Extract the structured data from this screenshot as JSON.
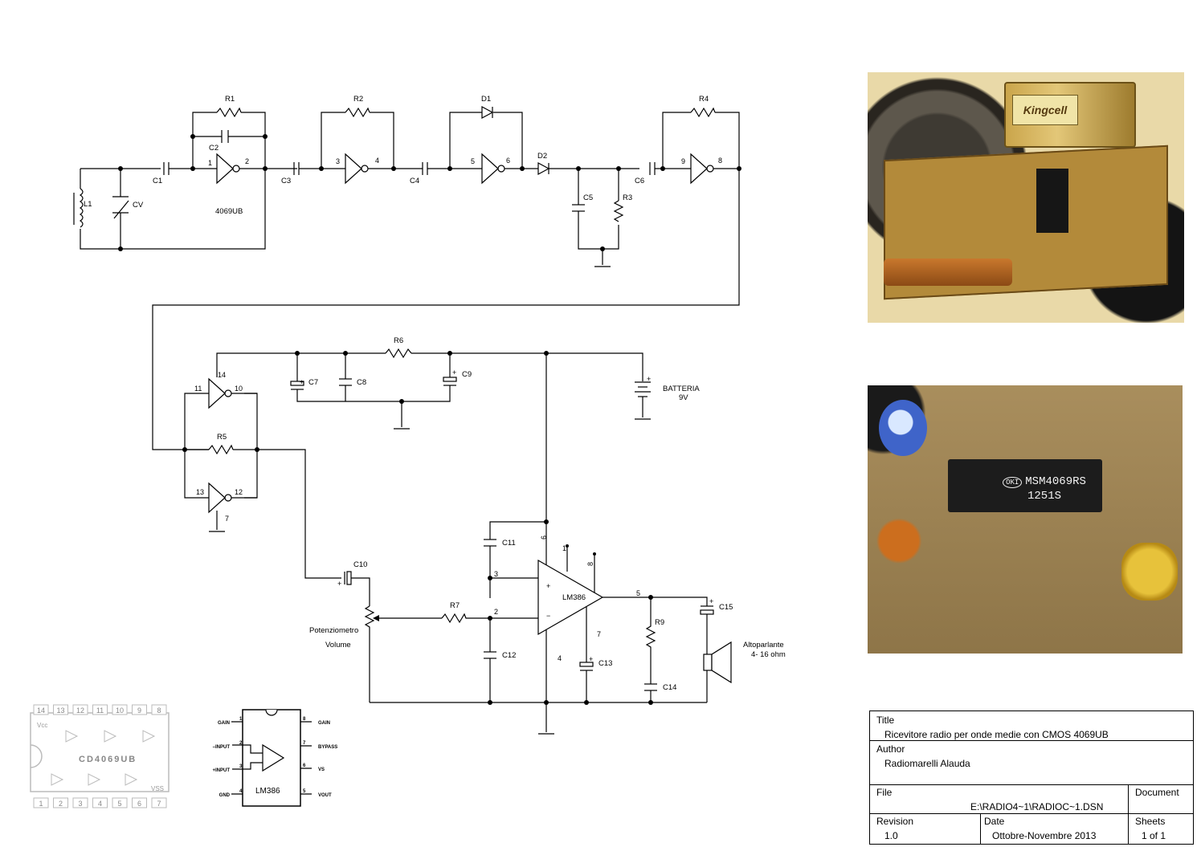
{
  "schematic": {
    "components": {
      "r1": "R1",
      "r2": "R2",
      "r3": "R3",
      "r4": "R4",
      "r5": "R5",
      "r6": "R6",
      "r7": "R7",
      "r9": "R9",
      "c1": "C1",
      "c2": "C2",
      "c3": "C3",
      "c4": "C4",
      "c5": "C5",
      "c6": "C6",
      "c7": "C7",
      "c8": "C8",
      "c9": "C9",
      "c10": "C10",
      "c11": "C11",
      "c12": "C12",
      "c13": "C13",
      "c14": "C14",
      "c15": "C15",
      "d1": "D1",
      "d2": "D2",
      "l1": "L1",
      "cv": "CV",
      "ic1": "4069UB",
      "amp": "LM386"
    },
    "pins": {
      "p1": "1",
      "p2": "2",
      "p3": "3",
      "p4": "4",
      "p5": "5",
      "p6": "6",
      "p7": "7",
      "p8": "8",
      "p9": "9",
      "p10": "10",
      "p11": "11",
      "p12": "12",
      "p13": "13",
      "p14": "14",
      "amp_p2": "2",
      "amp_p3": "3",
      "amp_p4": "4",
      "amp_p5": "5",
      "amp_p6": "6",
      "amp_p7": "7",
      "amp_p8": "8",
      "amp_p1": "1",
      "plus": "+",
      "minus": "−"
    },
    "battery_line1": "BATTERIA",
    "battery_line2": "9V",
    "pot_line1": "Potenziometro",
    "pot_line2": "Volume",
    "speaker_line1": "Altoparlante",
    "speaker_line2": "4- 16 ohm"
  },
  "pinouts": {
    "cd4069": {
      "name": "CD4069UB",
      "vcc": "Vcc",
      "vss": "VSS",
      "top_pins": [
        "14",
        "13",
        "12",
        "11",
        "10",
        "9",
        "8"
      ],
      "bottom_pins": [
        "1",
        "2",
        "3",
        "4",
        "5",
        "6",
        "7"
      ]
    },
    "lm386": {
      "name": "LM386",
      "left_pins": [
        {
          "num": "1",
          "label": "GAIN"
        },
        {
          "num": "2",
          "label": "–INPUT"
        },
        {
          "num": "3",
          "label": "+INPUT"
        },
        {
          "num": "4",
          "label": "GND"
        }
      ],
      "right_pins": [
        {
          "num": "8",
          "label": "GAIN"
        },
        {
          "num": "7",
          "label": "BYPASS"
        },
        {
          "num": "6",
          "label": "VS"
        },
        {
          "num": "5",
          "label": "VOUT"
        }
      ]
    }
  },
  "photos": {
    "top_battery_text": "Kingcell",
    "ic_line1": "MSM4069RS",
    "ic_line2": "1251S",
    "ic_logo": "OKI"
  },
  "title_block": {
    "title_label": "Title",
    "title_value": "Ricevitore radio per onde medie con CMOS 4069UB",
    "author_label": "Author",
    "author_value": "Radiomarelli Alauda",
    "file_label": "File",
    "file_value": "E:\\RADIO4~1\\RADIOC~1.DSN",
    "document_label": "Document",
    "revision_label": "Revision",
    "revision_value": "1.0",
    "date_label": "Date",
    "date_value": "Ottobre-Novembre 2013",
    "sheets_label": "Sheets",
    "sheets_value": "1 of 1"
  }
}
